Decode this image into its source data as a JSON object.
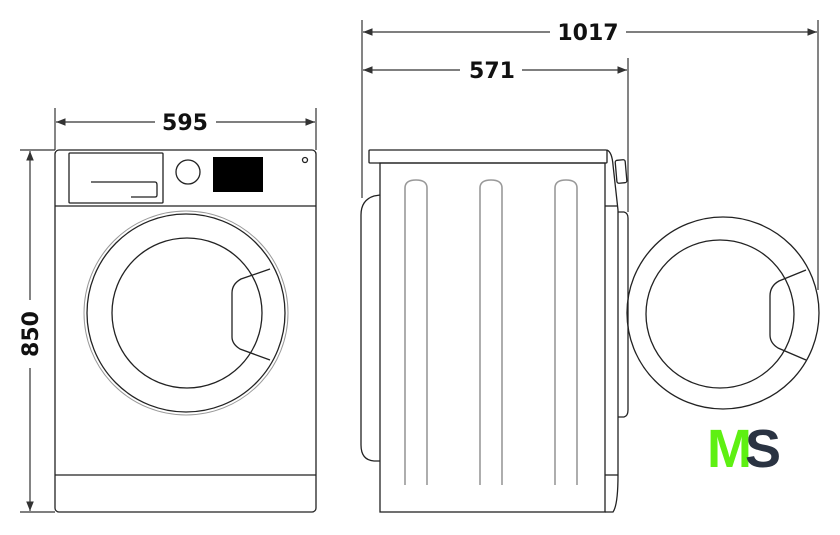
{
  "dimensions": {
    "width": "595",
    "height": "850",
    "depth": "571",
    "depth_door_open": "1017"
  },
  "logo": {
    "text_m": "M",
    "text_s": "S",
    "color_m": "#5ef012",
    "color_s": "#2a3342"
  }
}
